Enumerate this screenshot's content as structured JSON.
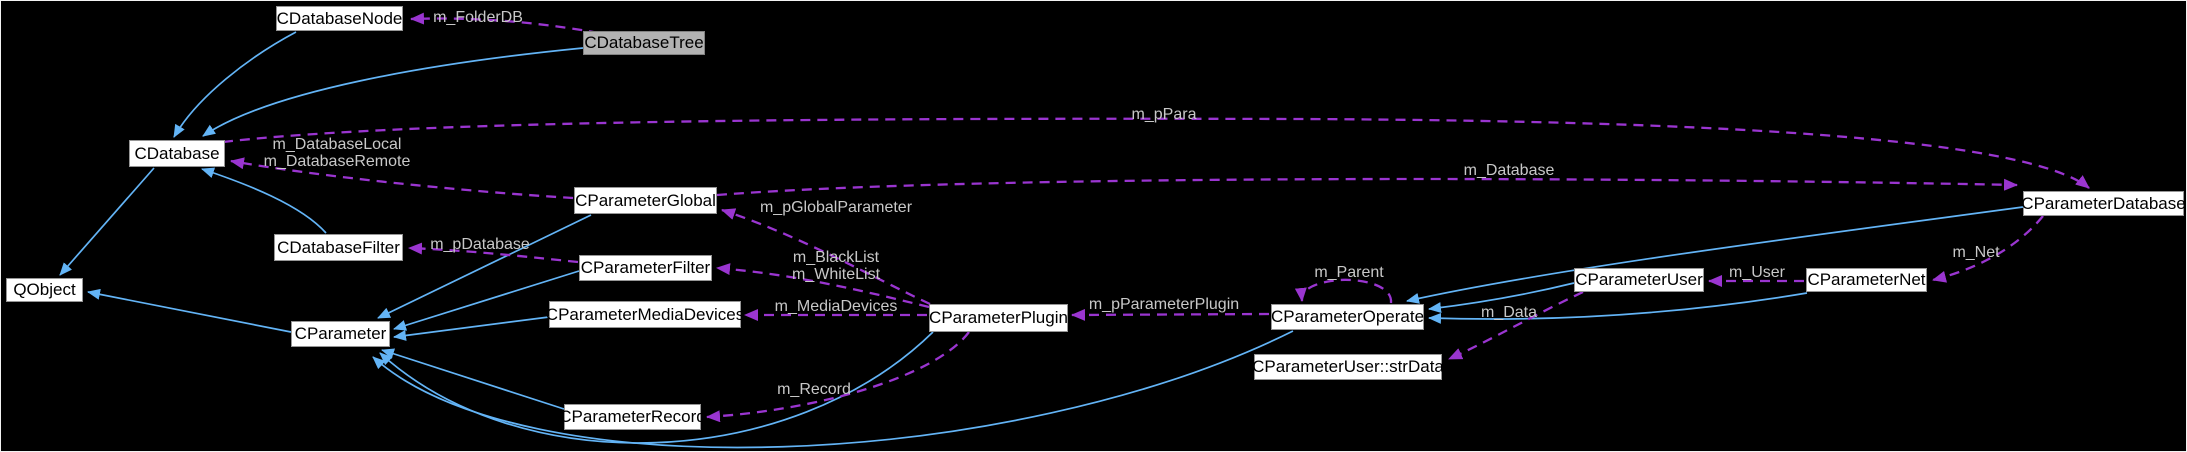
{
  "diagram": {
    "kind": "collaboration-graph",
    "colors": {
      "background": "#000000",
      "node_fill": "#ffffff",
      "node_border": "#969696",
      "highlight_node_fill": "#b2b2b2",
      "inheritance_arrow": "#63b4f6",
      "usage_arrow": "#9a35d0",
      "edge_label_text": "#c8c8c8",
      "node_text": "#000000"
    },
    "nodes": {
      "CDatabaseNode": {
        "label": "CDatabaseNode"
      },
      "CDatabaseTree": {
        "label": "CDatabaseTree",
        "highlighted": true
      },
      "CDatabase": {
        "label": "CDatabase"
      },
      "QObject": {
        "label": "QObject"
      },
      "CDatabaseFilter": {
        "label": "CDatabaseFilter"
      },
      "CParameter": {
        "label": "CParameter"
      },
      "CParameterGlobal": {
        "label": "CParameterGlobal"
      },
      "CParameterFilter": {
        "label": "CParameterFilter"
      },
      "CParameterMediaDevices": {
        "label": "CParameterMediaDevices"
      },
      "CParameterRecord": {
        "label": "CParameterRecord"
      },
      "CParameterPlugin": {
        "label": "CParameterPlugin"
      },
      "CParameterOperate": {
        "label": "CParameterOperate"
      },
      "CParameterUser_strData": {
        "label": "CParameterUser::strData"
      },
      "CParameterUser": {
        "label": "CParameterUser"
      },
      "CParameterNet": {
        "label": "CParameterNet"
      },
      "CParameterDatabase": {
        "label": "CParameterDatabase"
      }
    },
    "labels": {
      "m_FolderDB": {
        "text": "m_FolderDB"
      },
      "m_pPara": {
        "text": "m_pPara"
      },
      "m_DatabaseLocalRemote": {
        "lines": [
          "m_DatabaseLocal",
          "m_DatabaseRemote"
        ]
      },
      "m_Database": {
        "text": "m_Database"
      },
      "m_pDatabase": {
        "text": "m_pDatabase"
      },
      "m_pGlobalParameter": {
        "text": "m_pGlobalParameter"
      },
      "m_BlackWhiteList": {
        "lines": [
          "m_BlackList",
          "m_WhiteList"
        ]
      },
      "m_MediaDevices": {
        "text": "m_MediaDevices"
      },
      "m_Record": {
        "text": "m_Record"
      },
      "m_pParameterPlugin": {
        "text": "m_pParameterPlugin"
      },
      "m_Parent": {
        "text": "m_Parent"
      },
      "m_User": {
        "text": "m_User"
      },
      "m_Net": {
        "text": "m_Net"
      },
      "m_Data": {
        "text": "m_Data"
      }
    },
    "relations": [
      {
        "from": "CDatabaseNode",
        "to": "CDatabase",
        "kind": "inheritance"
      },
      {
        "from": "CDatabaseTree",
        "to": "CDatabase",
        "kind": "inheritance"
      },
      {
        "from": "CDatabase",
        "to": "QObject",
        "kind": "inheritance"
      },
      {
        "from": "CParameter",
        "to": "QObject",
        "kind": "inheritance"
      },
      {
        "from": "CDatabaseFilter",
        "to": "CDatabase",
        "kind": "inheritance"
      },
      {
        "from": "CParameterGlobal",
        "to": "CParameter",
        "kind": "inheritance"
      },
      {
        "from": "CParameterFilter",
        "to": "CParameter",
        "kind": "inheritance"
      },
      {
        "from": "CParameterMediaDevices",
        "to": "CParameter",
        "kind": "inheritance"
      },
      {
        "from": "CParameterRecord",
        "to": "CParameter",
        "kind": "inheritance"
      },
      {
        "from": "CParameterPlugin",
        "to": "CParameter",
        "kind": "inheritance"
      },
      {
        "from": "CParameterOperate",
        "to": "CParameter",
        "kind": "inheritance"
      },
      {
        "from": "CParameterUser",
        "to": "CParameterOperate",
        "kind": "inheritance"
      },
      {
        "from": "CParameterNet",
        "to": "CParameterOperate",
        "kind": "inheritance"
      },
      {
        "from": "CParameterDatabase",
        "to": "CParameterOperate",
        "kind": "inheritance"
      },
      {
        "from": "CDatabaseTree",
        "to": "CDatabaseNode",
        "kind": "usage",
        "label": "m_FolderDB"
      },
      {
        "from": "CDatabase",
        "to": "CParameterDatabase",
        "kind": "usage",
        "label": "m_pPara"
      },
      {
        "from": "CParameterGlobal",
        "to": "CDatabase",
        "kind": "usage",
        "label": "m_DatabaseLocal / m_DatabaseRemote"
      },
      {
        "from": "CParameterGlobal",
        "to": "CParameterDatabase",
        "kind": "usage",
        "label": "m_Database"
      },
      {
        "from": "CParameterFilter",
        "to": "CDatabaseFilter",
        "kind": "usage",
        "label": "m_pDatabase"
      },
      {
        "from": "CParameterPlugin",
        "to": "CParameterGlobal",
        "kind": "usage",
        "label": "m_pGlobalParameter"
      },
      {
        "from": "CParameterPlugin",
        "to": "CParameterFilter",
        "kind": "usage",
        "label": "m_BlackList / m_WhiteList"
      },
      {
        "from": "CParameterPlugin",
        "to": "CParameterMediaDevices",
        "kind": "usage",
        "label": "m_MediaDevices"
      },
      {
        "from": "CParameterPlugin",
        "to": "CParameterRecord",
        "kind": "usage",
        "label": "m_Record"
      },
      {
        "from": "CParameterOperate",
        "to": "CParameterPlugin",
        "kind": "usage",
        "label": "m_pParameterPlugin"
      },
      {
        "from": "CParameterOperate",
        "to": "CParameterOperate",
        "kind": "usage",
        "label": "m_Parent"
      },
      {
        "from": "CParameterNet",
        "to": "CParameterUser",
        "kind": "usage",
        "label": "m_User"
      },
      {
        "from": "CParameterDatabase",
        "to": "CParameterNet",
        "kind": "usage",
        "label": "m_Net"
      },
      {
        "from": "CParameterUser",
        "to": "CParameterUser_strData",
        "kind": "usage",
        "label": "m_Data"
      }
    ]
  }
}
